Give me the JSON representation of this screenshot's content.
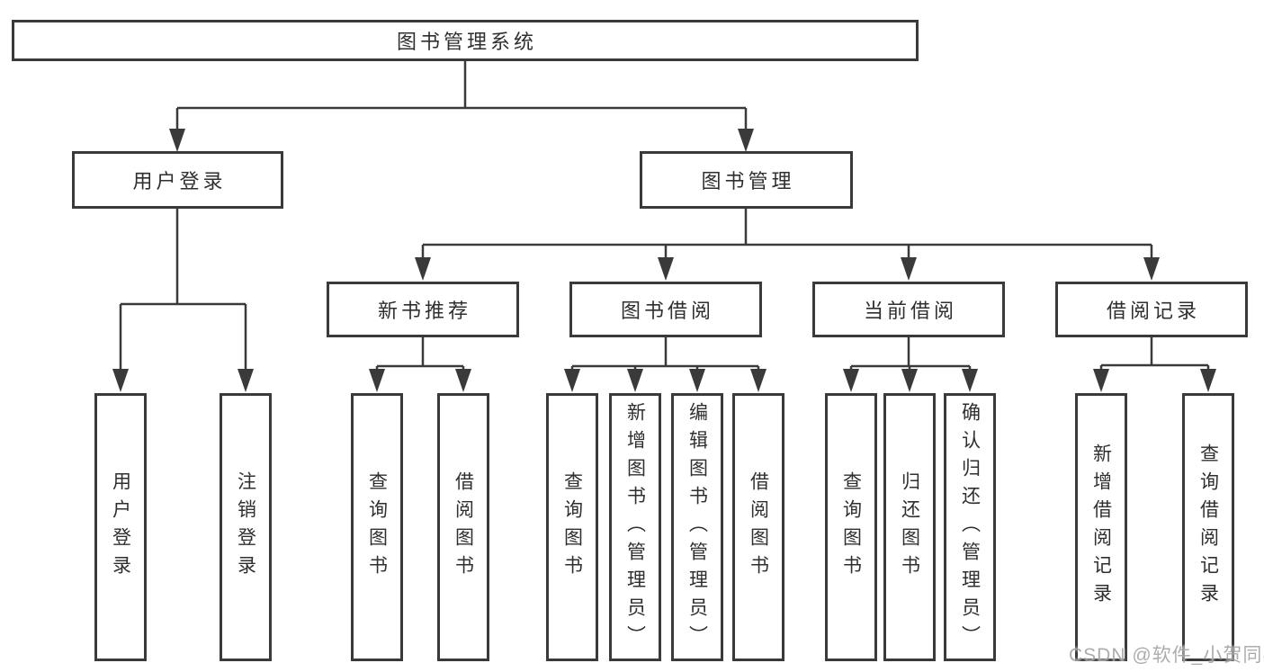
{
  "diagram": {
    "type": "function-structure-tree",
    "title": "图书管理系统",
    "colors": {
      "line": "#3a3a3a",
      "box_border": "#3a3a3a",
      "box_background": "#ffffff",
      "text": "#2f2f2f",
      "watermark": "#9e9e9e",
      "page_background": "#ffffff"
    },
    "tree": {
      "label": "图书管理系统",
      "children": [
        {
          "label": "用户登录",
          "children": [
            {
              "label": "用户登录"
            },
            {
              "label": "注销登录"
            }
          ]
        },
        {
          "label": "图书管理",
          "children": [
            {
              "label": "新书推荐",
              "children": [
                {
                  "label": "查询图书"
                },
                {
                  "label": "借阅图书"
                }
              ]
            },
            {
              "label": "图书借阅",
              "children": [
                {
                  "label": "查询图书"
                },
                {
                  "label": "新增图书（管理员）"
                },
                {
                  "label": "编辑图书（管理员）"
                },
                {
                  "label": "借阅图书"
                }
              ]
            },
            {
              "label": "当前借阅",
              "children": [
                {
                  "label": "查询图书"
                },
                {
                  "label": "归还图书"
                },
                {
                  "label": "确认归还（管理员）"
                }
              ]
            },
            {
              "label": "借阅记录",
              "children": [
                {
                  "label": "新增借阅记录"
                },
                {
                  "label": "查询借阅记录"
                }
              ]
            }
          ]
        }
      ]
    }
  },
  "watermark": {
    "text": "CSDN @软件_小贺同学"
  }
}
